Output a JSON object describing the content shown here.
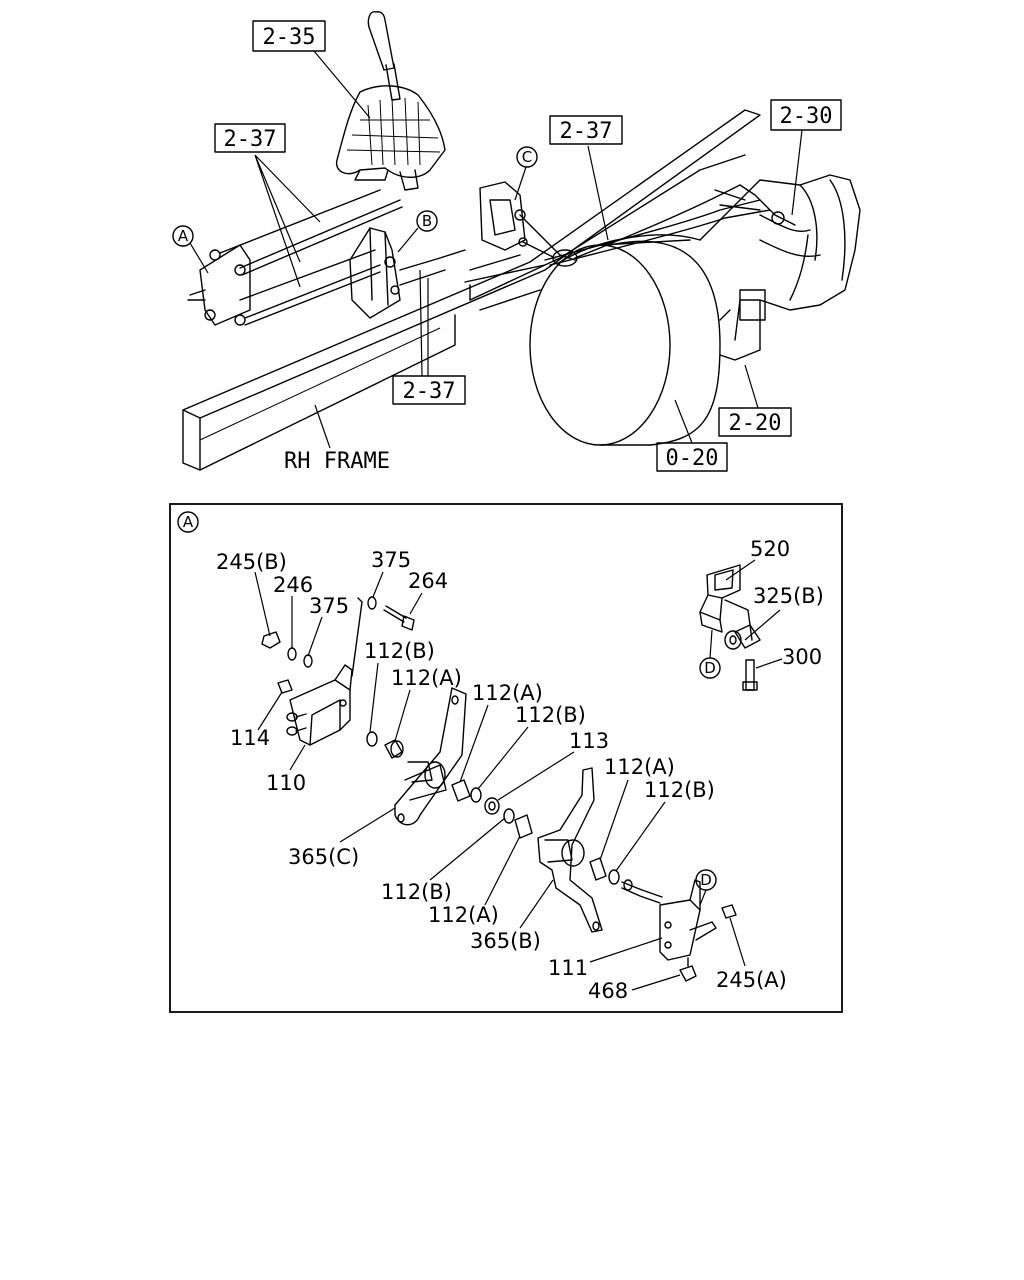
{
  "top_view": {
    "ref_boxes": [
      "2-35",
      "2-37",
      "2-37",
      "2-30",
      "2-37",
      "2-20",
      "0-20"
    ],
    "circle_markers": [
      "A",
      "B",
      "C"
    ],
    "frame_label": "RH FRAME"
  },
  "detail_a": {
    "marker": "A",
    "part_labels": [
      "245(B)",
      "246",
      "375",
      "375",
      "264",
      "112(B)",
      "112(A)",
      "112(A)",
      "112(B)",
      "113",
      "114",
      "110",
      "365(C)",
      "112(B)",
      "112(A)",
      "365(B)",
      "112(A)",
      "112(B)",
      "111",
      "468",
      "245(A)",
      "520",
      "325(B)",
      "300"
    ],
    "d_markers": [
      "D",
      "D"
    ]
  }
}
